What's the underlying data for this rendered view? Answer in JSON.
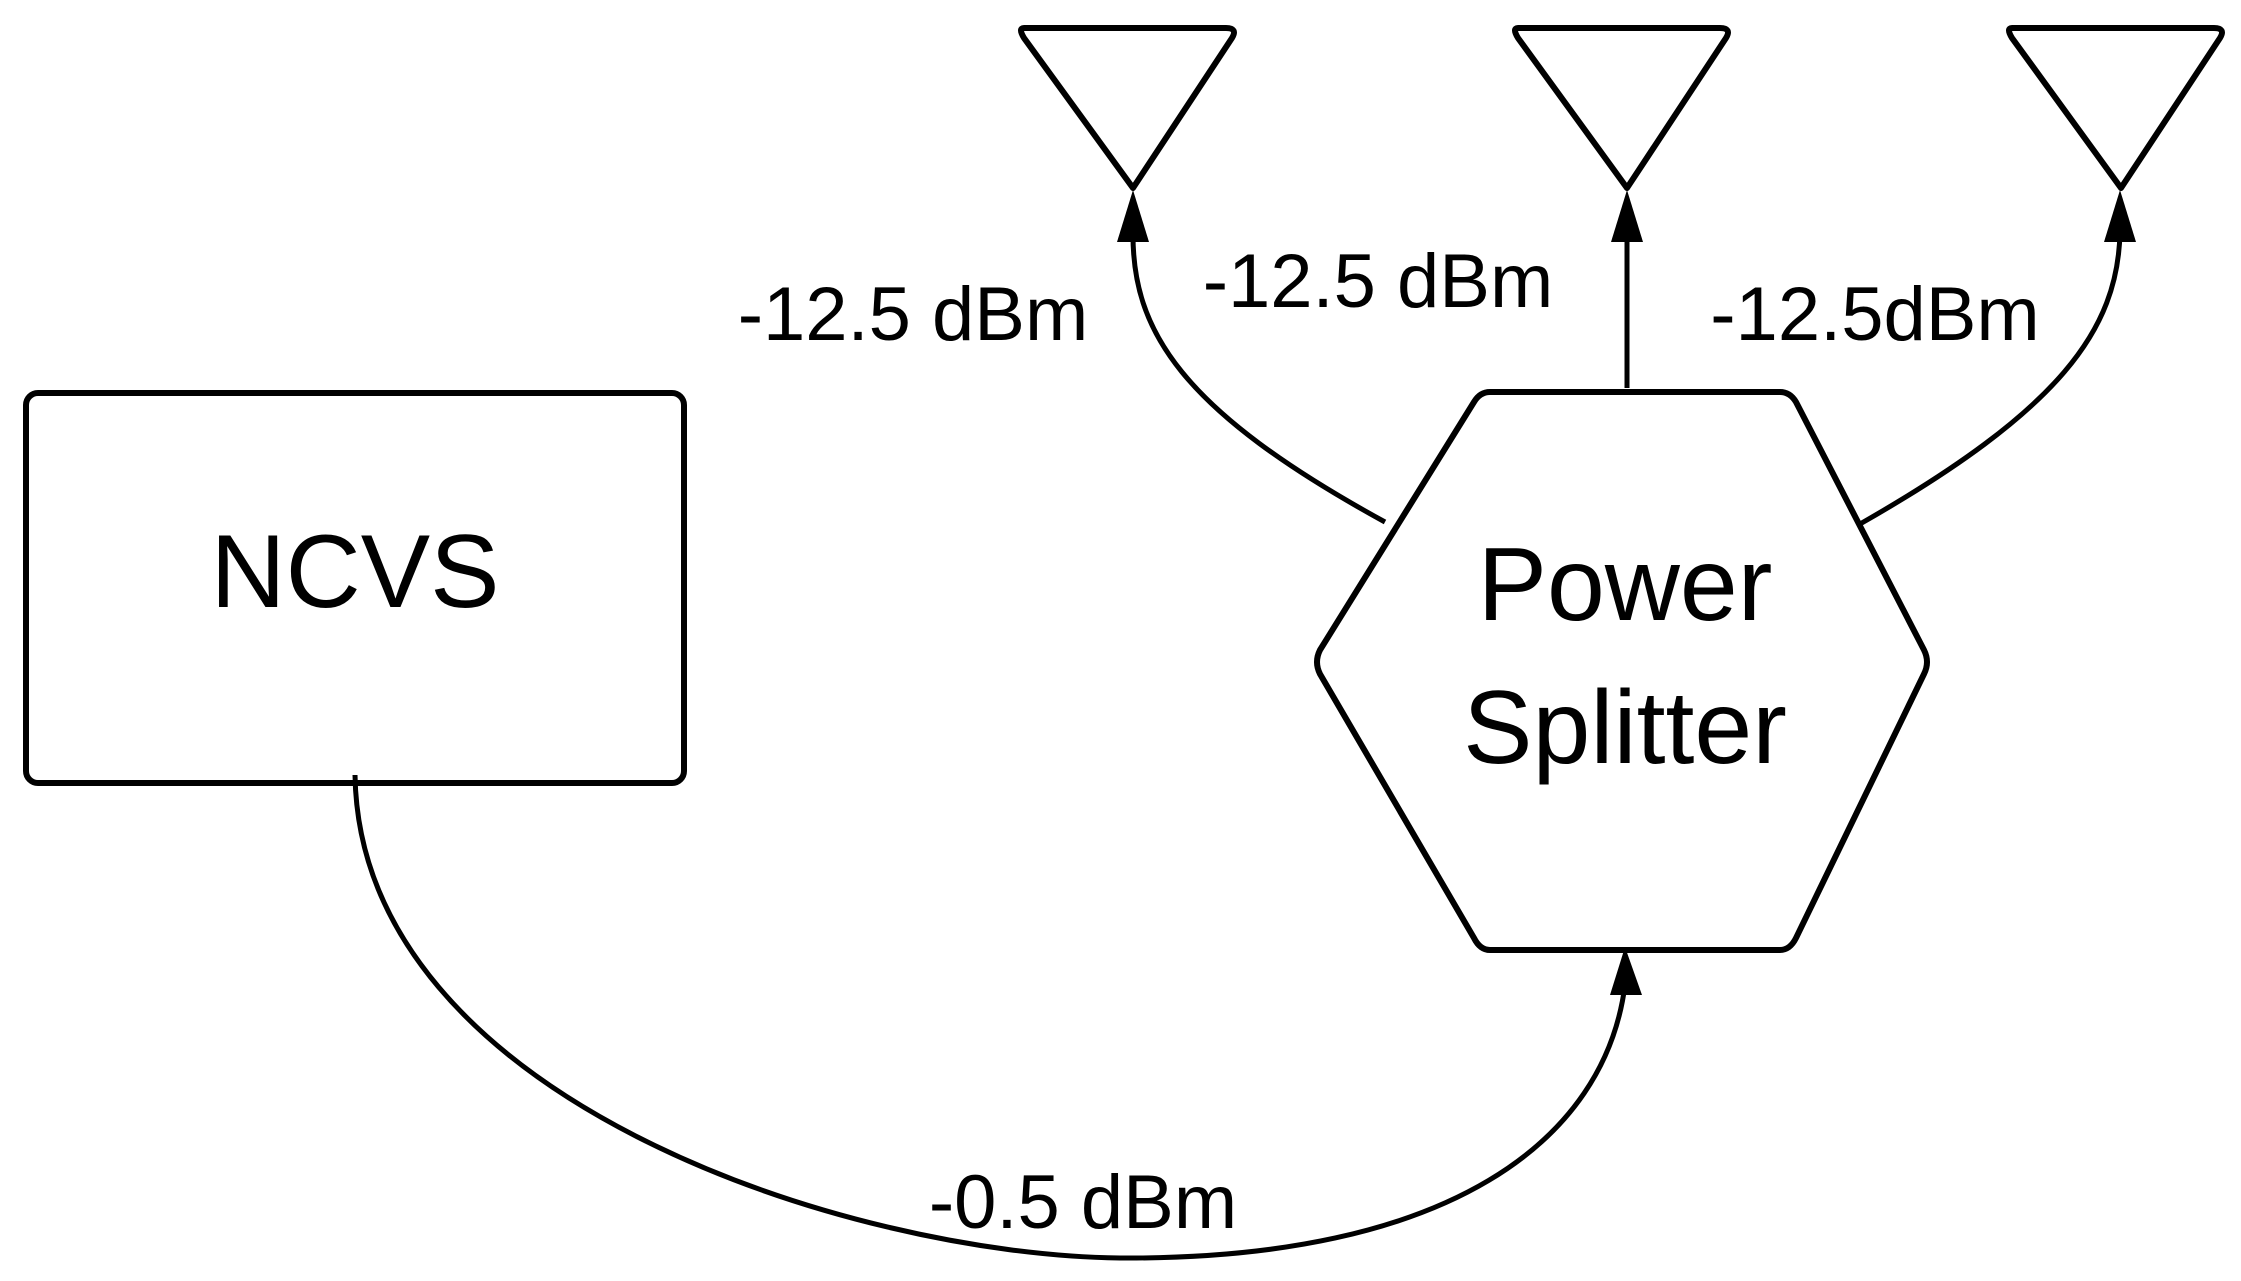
{
  "nodes": {
    "source": {
      "label": "NCVS"
    },
    "splitter": {
      "label_line1": "Power",
      "label_line2": "Splitter"
    }
  },
  "edges": {
    "source_to_splitter": {
      "label": "-0.5 dBm"
    },
    "splitter_to_antenna_1": {
      "label": "-12.5 dBm"
    },
    "splitter_to_antenna_2": {
      "label": "-12.5 dBm"
    },
    "splitter_to_antenna_3": {
      "label": "-12.5dBm"
    }
  },
  "icons": [
    "antenna-icon",
    "antenna-icon",
    "antenna-icon"
  ],
  "colors": {
    "stroke": "#000000",
    "background": "#ffffff"
  }
}
